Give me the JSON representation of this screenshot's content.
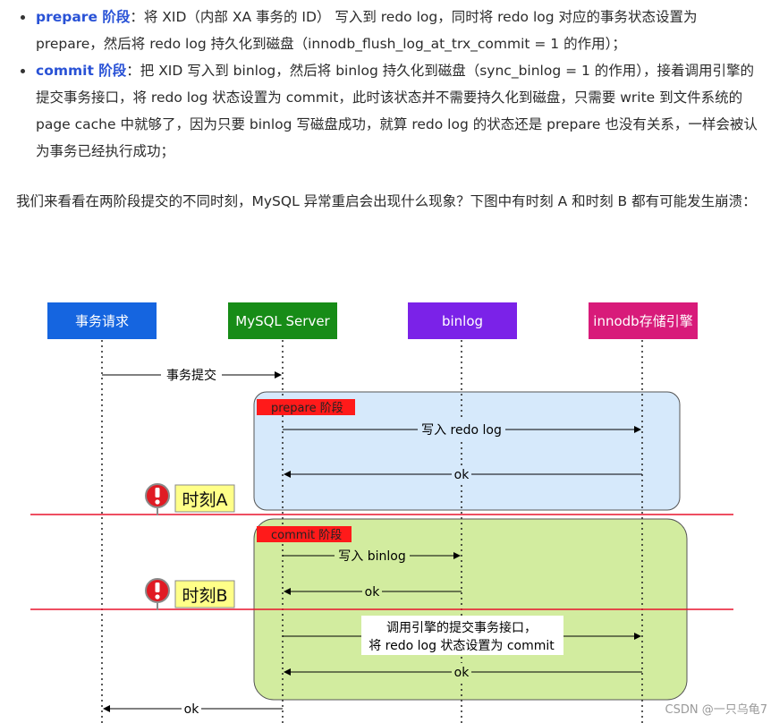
{
  "bullets": [
    {
      "keyword": "prepare 阶段",
      "text": "：将 XID（内部 XA 事务的 ID） 写入到 redo log，同时将 redo log 对应的事务状态设置为 prepare，然后将 redo log 持久化到磁盘（innodb_flush_log_at_trx_commit = 1 的作用）；"
    },
    {
      "keyword": "commit 阶段",
      "text": "：把 XID 写入到 binlog，然后将 binlog 持久化到磁盘（sync_binlog = 1 的作用），接着调用引擎的提交事务接口，将 redo log 状态设置为 commit，此时该状态并不需要持久化到磁盘，只需要 write 到文件系统的 page cache 中就够了，因为只要 binlog 写磁盘成功，就算 redo log 的状态还是 prepare 也没有关系，一样会被认为事务已经执行成功；"
    }
  ],
  "paragraph": "我们来看看在两阶段提交的不同时刻，MySQL 异常重启会出现什么现象？下图中有时刻 A 和时刻 B 都有可能发生崩溃：",
  "diagram": {
    "actors": [
      "事务请求",
      "MySQL Server",
      "binlog",
      "innodb存储引擎"
    ],
    "phases": {
      "prepare": "prepare 阶段",
      "commit": "commit 阶段"
    },
    "messages": {
      "request": "事务提交",
      "write_redo": "写入 redo log",
      "ok1": "ok",
      "write_binlog": "写入 binlog",
      "ok2": "ok",
      "commit_line1": "调用引擎的提交事务接口，",
      "commit_line2": "将 redo log 状态设置为 commit",
      "ok3": "ok",
      "ok_final": "ok"
    },
    "moments": {
      "a": "时刻A",
      "b": "时刻B"
    }
  },
  "watermark": "CSDN @一只乌龟7",
  "colors": {
    "actor_request": "#1565e0",
    "actor_server": "#178c17",
    "actor_binlog": "#7b22e8",
    "actor_engine": "#d81b7a",
    "prepare_box": "#d6e9fb",
    "commit_box": "#d2ec9f",
    "phase_label": "#ff1a1a",
    "crash_line": "#e8132d",
    "moment_label": "#ffff88"
  }
}
